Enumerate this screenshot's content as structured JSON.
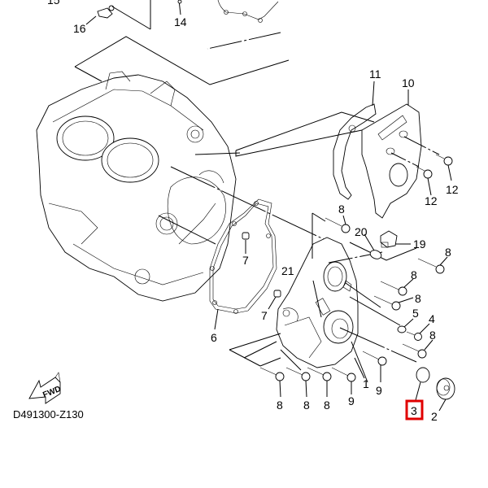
{
  "diagram": {
    "title": "Crankcase cover exploded view",
    "diagram_code": "D491300-Z130",
    "fwd_label": "FWD",
    "highlight_color": "#e00000",
    "highlighted_callout": "3",
    "callouts": [
      {
        "id": "c15",
        "label": "15"
      },
      {
        "id": "c16",
        "label": "16"
      },
      {
        "id": "c14",
        "label": "14"
      },
      {
        "id": "c11",
        "label": "11"
      },
      {
        "id": "c10",
        "label": "10"
      },
      {
        "id": "c12a",
        "label": "12"
      },
      {
        "id": "c12b",
        "label": "12"
      },
      {
        "id": "c8a",
        "label": "8"
      },
      {
        "id": "c20",
        "label": "20"
      },
      {
        "id": "c19",
        "label": "19"
      },
      {
        "id": "c8b",
        "label": "8"
      },
      {
        "id": "c7a",
        "label": "7"
      },
      {
        "id": "c21",
        "label": "21"
      },
      {
        "id": "c8c",
        "label": "8"
      },
      {
        "id": "c8d",
        "label": "8"
      },
      {
        "id": "c7b",
        "label": "7"
      },
      {
        "id": "c5",
        "label": "5"
      },
      {
        "id": "c4",
        "label": "4"
      },
      {
        "id": "c8e",
        "label": "8"
      },
      {
        "id": "c6",
        "label": "6"
      },
      {
        "id": "c1",
        "label": "1"
      },
      {
        "id": "c9a",
        "label": "9"
      },
      {
        "id": "c9b",
        "label": "9"
      },
      {
        "id": "c8f",
        "label": "8"
      },
      {
        "id": "c8g",
        "label": "8"
      },
      {
        "id": "c8h",
        "label": "8"
      },
      {
        "id": "c3",
        "label": "3"
      },
      {
        "id": "c2",
        "label": "2"
      }
    ]
  }
}
